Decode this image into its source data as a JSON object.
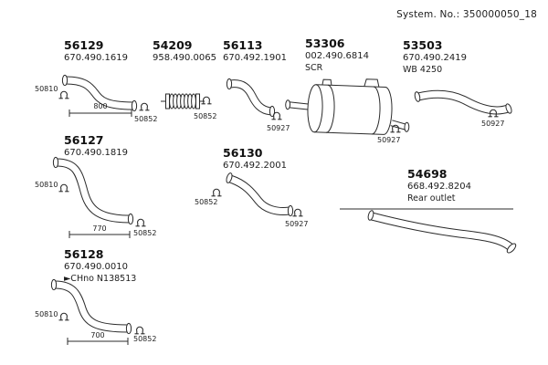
{
  "header": {
    "system_no": "System. No.: 350000050_18"
  },
  "parts": [
    {
      "id": "56129",
      "article": "670.490.1619",
      "clamps": [
        "50810",
        "50852"
      ],
      "dimension": "800"
    },
    {
      "id": "54209",
      "article": "958.490.0065",
      "clamps": [
        "50852"
      ]
    },
    {
      "id": "56113",
      "article": "670.492.1901",
      "clamps": [
        "50927"
      ]
    },
    {
      "id": "53306",
      "article": "002.490.6814",
      "note": "SCR",
      "clamps": [
        "50927"
      ]
    },
    {
      "id": "53503",
      "article": "670.490.2419",
      "note": "WB 4250",
      "clamps": [
        "50927"
      ]
    },
    {
      "id": "56127",
      "article": "670.490.1819",
      "clamps": [
        "50810",
        "50852"
      ],
      "dimension": "770"
    },
    {
      "id": "56130",
      "article": "670.492.2001",
      "clamps": [
        "50852",
        "50927"
      ]
    },
    {
      "id": "54698",
      "article": "668.492.8204",
      "note": "Rear outlet"
    },
    {
      "id": "56128",
      "article": "670.490.0010",
      "note": "►CHno N138513",
      "clamps": [
        "50810",
        "50852"
      ],
      "dimension": "700"
    }
  ],
  "colors": {
    "ink": "#2b2b2b",
    "background": "#ffffff"
  }
}
